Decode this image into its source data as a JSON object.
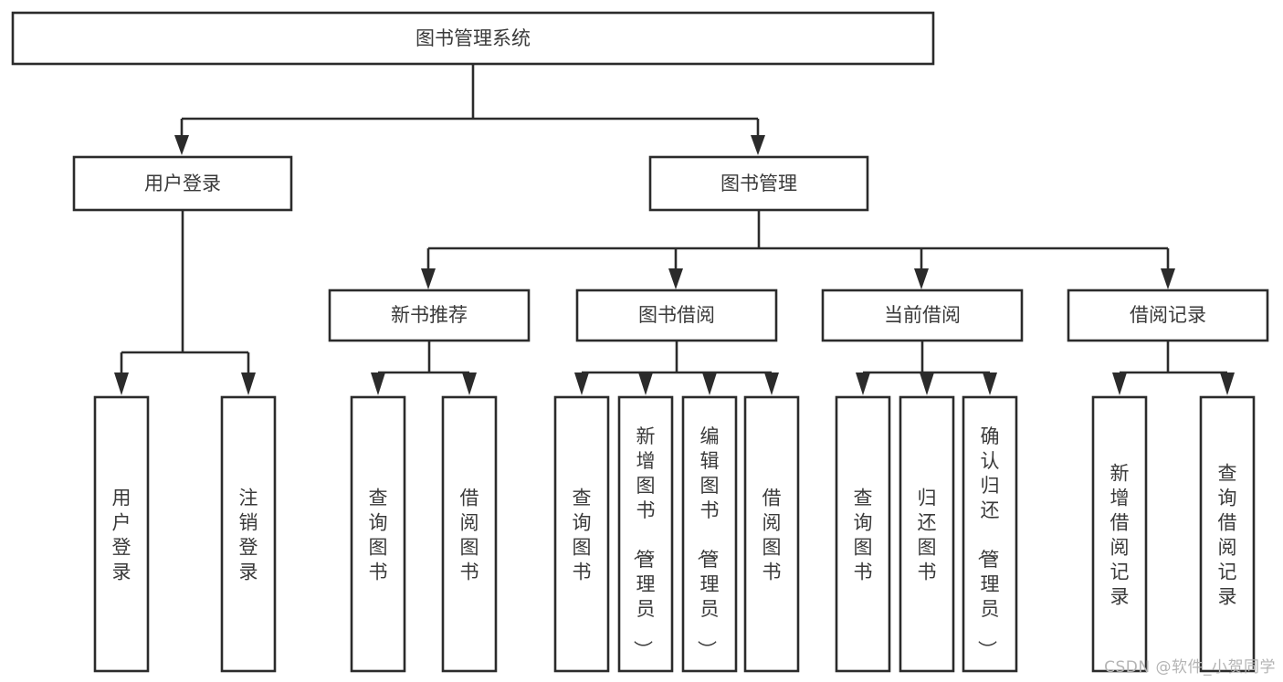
{
  "diagram": {
    "type": "tree",
    "title_node": {
      "label": "图书管理系统"
    },
    "level2": [
      {
        "label": "用户登录"
      },
      {
        "label": "图书管理"
      }
    ],
    "level3": [
      {
        "label": "新书推荐"
      },
      {
        "label": "图书借阅"
      },
      {
        "label": "当前借阅"
      },
      {
        "label": "借阅记录"
      }
    ],
    "leaves": {
      "user_login": [
        {
          "label": "用户登录"
        },
        {
          "label": "注销登录"
        }
      ],
      "new_book_recommend": [
        {
          "label": "查询图书"
        },
        {
          "label": "借阅图书"
        }
      ],
      "book_borrow": [
        {
          "label": "查询图书"
        },
        {
          "label": "新增图书（管理员）"
        },
        {
          "label": "编辑图书（管理员）"
        },
        {
          "label": "借阅图书"
        }
      ],
      "current_borrow": [
        {
          "label": "查询图书"
        },
        {
          "label": "归还图书"
        },
        {
          "label": "确认归还（管理员）"
        }
      ],
      "borrow_record": [
        {
          "label": "新增借阅记录"
        },
        {
          "label": "查询借阅记录"
        }
      ]
    },
    "colors": {
      "box_stroke": "#2b2b2b",
      "box_fill": "#ffffff",
      "text": "#3a3a3a",
      "watermark": "#b4b4b4",
      "background": "#ffffff"
    }
  },
  "watermark": {
    "text": "CSDN @软件_小贺同学"
  }
}
